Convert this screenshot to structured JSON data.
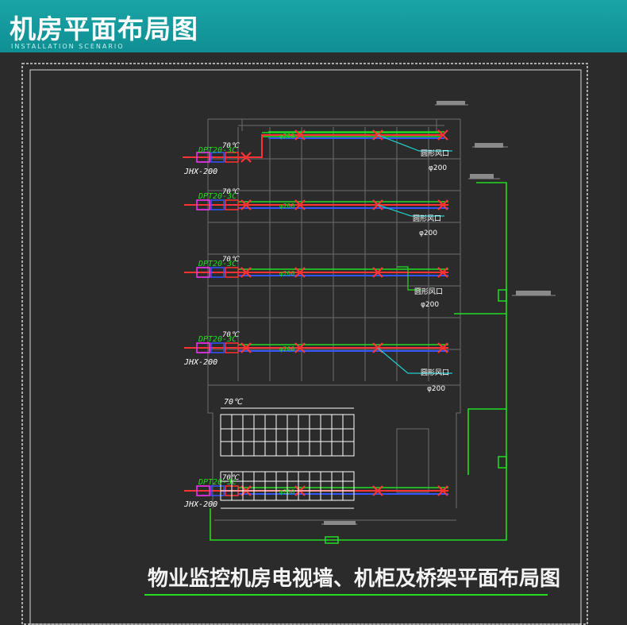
{
  "header": {
    "title": "机房平面布局图",
    "subtitle": "INSTALLATION SCENARIO"
  },
  "drawing": {
    "caption": "物业监控机房电视墙、机柜及桥架平面布局图",
    "units": [
      {
        "model": "DPT20-3C",
        "temp": "70℃",
        "code": "JHX-200"
      },
      {
        "model": "DPT20-3C",
        "temp": "70℃",
        "code": ""
      },
      {
        "model": "DPT20-3C",
        "temp": "70℃",
        "code": ""
      },
      {
        "model": "DPT20-3C",
        "temp": "70℃",
        "code": "JHX-200"
      },
      {
        "model": "DPT20-3C",
        "temp": "70℃",
        "code": "JHX-200"
      }
    ],
    "vents": [
      {
        "label": "圆形风口",
        "dia": "φ200"
      },
      {
        "label": "圆形风口",
        "dia": "φ200"
      },
      {
        "label": "圆形风口",
        "dia": "φ200"
      },
      {
        "label": "圆形风口",
        "dia": "φ200"
      }
    ],
    "pipe_dia": "φ200",
    "rack_temp": "70℃"
  },
  "colors": {
    "header": "#1aa4a6",
    "background": "#2b2b2b",
    "frame": "#d8d8d8",
    "green": "#22dd22",
    "red": "#ff3333",
    "blue": "#3355ff",
    "cyan": "#22cccc",
    "magenta": "#ff33ff",
    "white": "#ffffff",
    "grey": "#8a8a8a"
  }
}
